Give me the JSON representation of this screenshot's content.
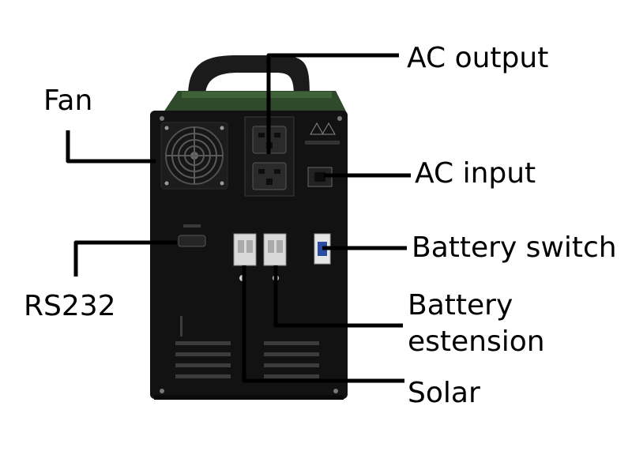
{
  "labels": {
    "fan": "Fan",
    "ac_output": "AC output",
    "ac_input": "AC input",
    "battery_switch": "Battery switch",
    "rs232": "RS232",
    "battery_extension_line1": "Battery",
    "battery_extension_line2": "estension",
    "solar": "Solar"
  },
  "colors": {
    "case_body": "#121212",
    "case_lid": "#2e4a2a",
    "handle": "#1a1a1a",
    "leader_line": "#000000",
    "breaker": "#d9d9d9"
  }
}
